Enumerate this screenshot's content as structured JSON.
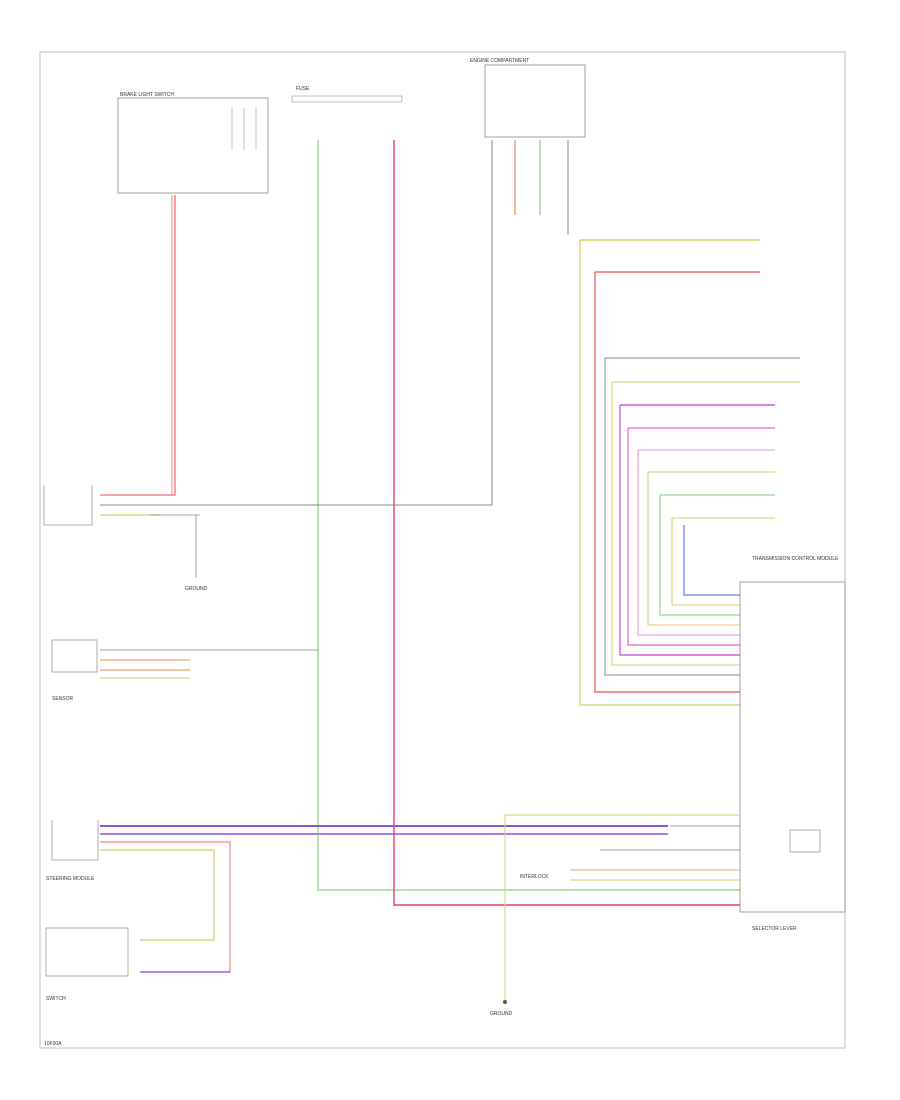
{
  "diagram": {
    "footer_code": "10F00A",
    "components": {
      "brake_light_switch": {
        "label": "BRAKE LIGHT SWITCH"
      },
      "fuse_top": {
        "label": "FUSE"
      },
      "engine_compartment": {
        "label": "ENGINE COMPARTMENT"
      },
      "transmission_ctrl_module": {
        "label": "TRANSMISSION CONTROL MODULE"
      },
      "selector_lever": {
        "label": "SELECTOR LEVER"
      },
      "ground_bottom": {
        "label": "GROUND"
      },
      "ground_left": {
        "label": "GROUND"
      },
      "ems_sensor": {
        "label": "SENSOR"
      },
      "steering_module": {
        "label": "STEERING MODULE"
      },
      "hazard_switch": {
        "label": "SWITCH"
      },
      "interlock": {
        "label": "INTERLOCK"
      }
    },
    "wire_colors": {
      "red": "#f08a8a",
      "green": "#9ad99a",
      "dark_red": "#c02040",
      "purple": "#8a55e0",
      "pink": "#f060c0",
      "yellow": "#d8cc6a",
      "gray": "#888888",
      "blue": "#6a7af0",
      "orange": "#f0b070"
    }
  }
}
